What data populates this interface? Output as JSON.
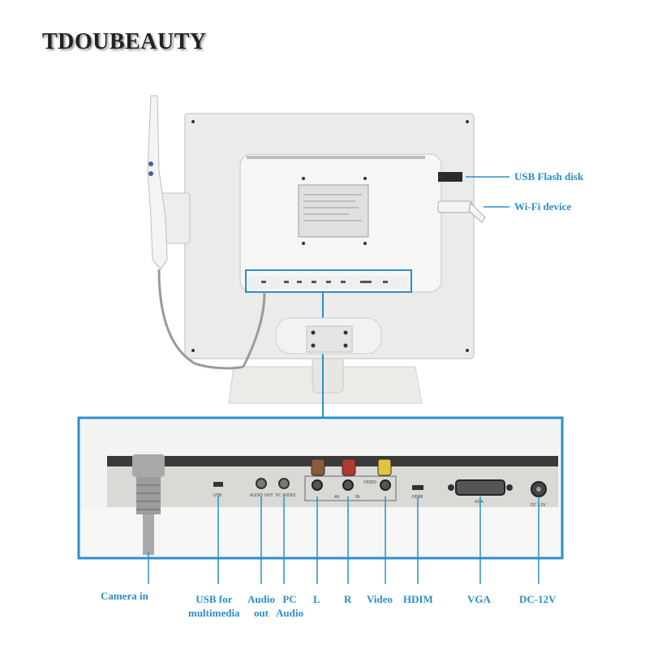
{
  "brand": "TDOUBEAUTY",
  "callouts": {
    "usb_flash": "USB Flash disk",
    "wifi": "Wi-Fi device"
  },
  "ports": {
    "camera_in": "Camera in",
    "usb_line1": "USB for",
    "usb_line2": "multimedia",
    "audio_line1": "Audio",
    "audio_line2": "out",
    "pc_line1": "PC",
    "pc_line2": "Audio",
    "l": "L",
    "r": "R",
    "video": "Video",
    "hdim": "HDIM",
    "vga": "VGA",
    "dc": "DC-12V"
  },
  "panel_text": {
    "usb": "USB",
    "audio_out": "AUDIO OUT",
    "pc_audio": "PC AUDIO",
    "av": "AV",
    "in": "IN",
    "video": "VIDEO",
    "hdmi": "HDMI",
    "vga": "VGA",
    "dc": "DC 12V"
  },
  "colors": {
    "accent": "#2a8fc7",
    "monitor": "#e9e9e7",
    "panel": "#f1f1ef"
  }
}
